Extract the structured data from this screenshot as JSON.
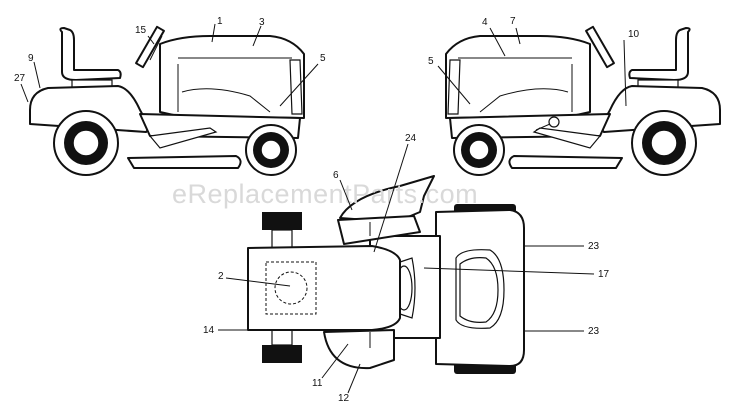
{
  "watermark": "eReplacementParts.com",
  "callouts": {
    "c1": "1",
    "c3": "3",
    "c15": "15",
    "c5l": "5",
    "c9": "9",
    "c27": "27",
    "c4": "4",
    "c7": "7",
    "c10": "10",
    "c5r": "5",
    "c24": "24",
    "c6": "6",
    "c2": "2",
    "c14": "14",
    "c11": "11",
    "c12": "12",
    "c23a": "23",
    "c17": "17",
    "c23b": "23"
  }
}
